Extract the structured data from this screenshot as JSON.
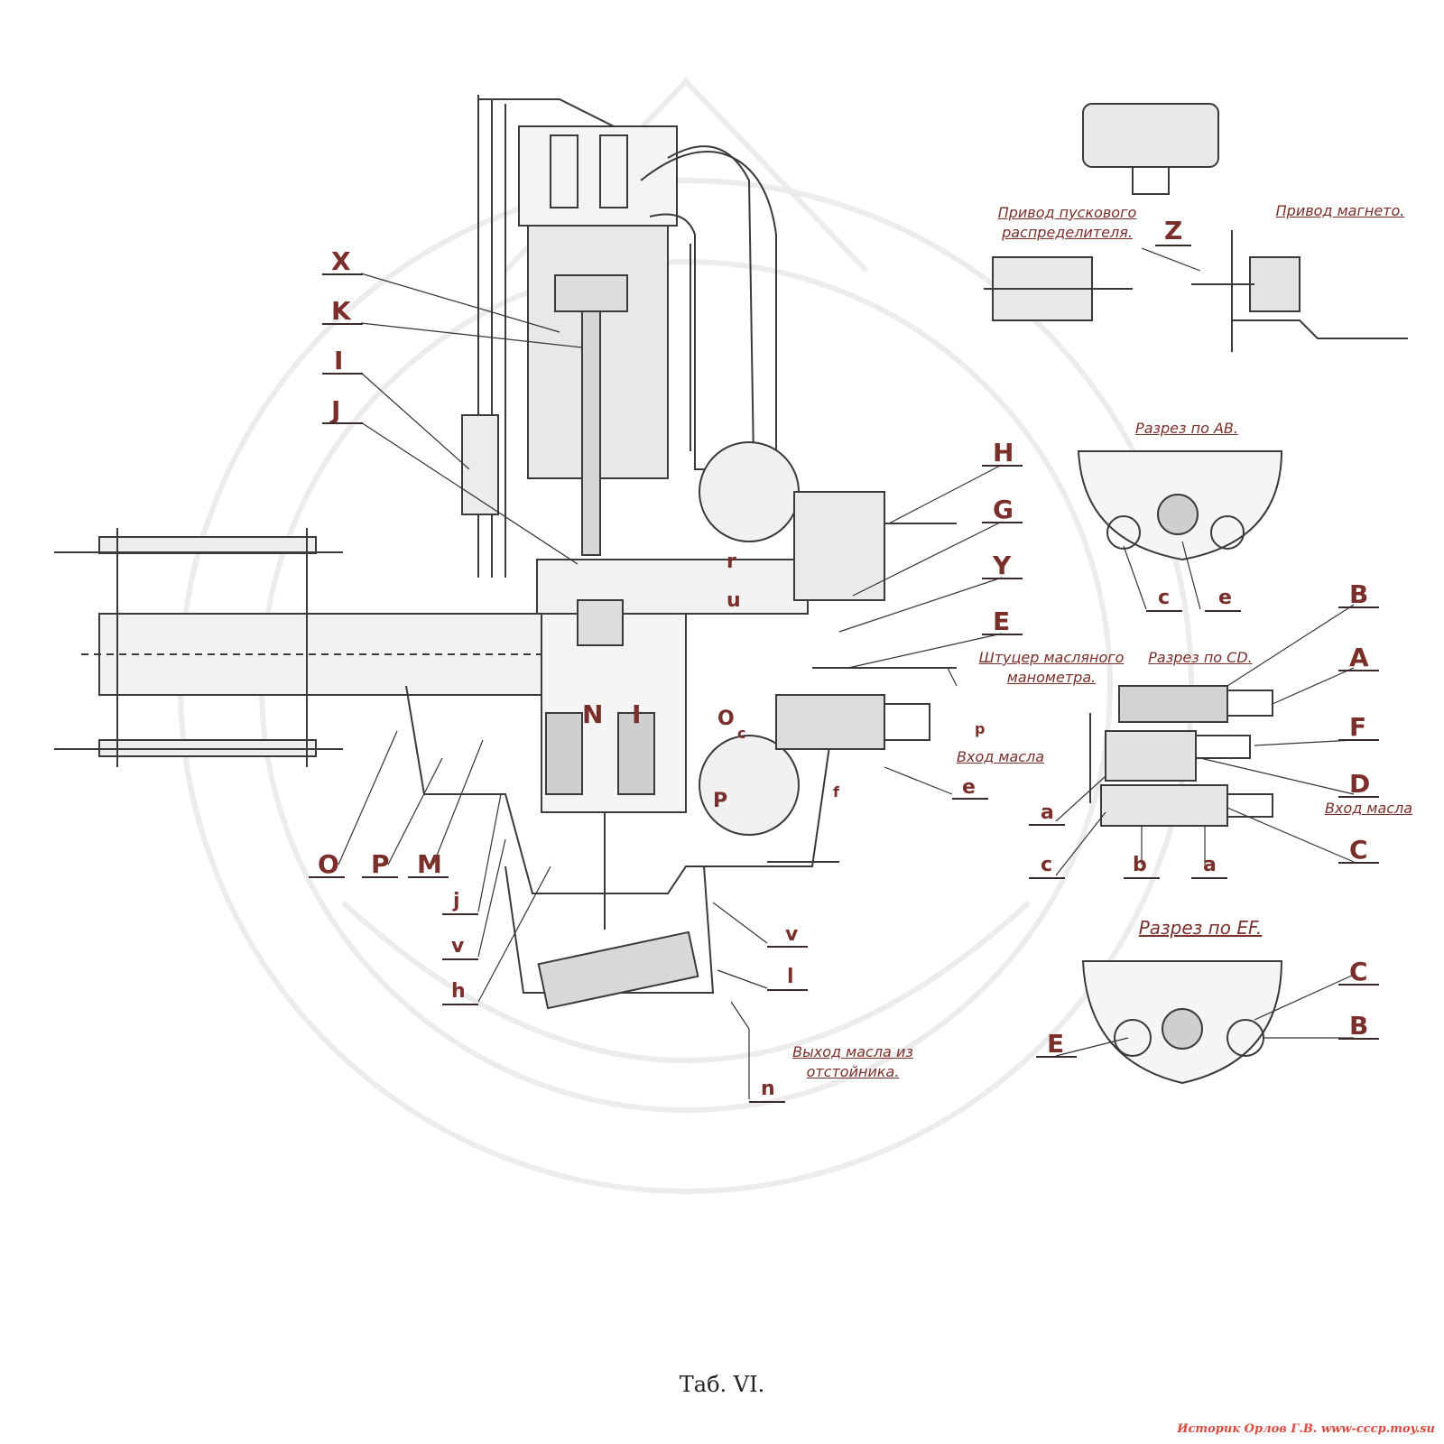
{
  "captions": {
    "starter_drive": "Привод пускового распределителя.",
    "magneto_drive": "Привод магнето.",
    "section_ab": "Разрез по AB.",
    "section_cd": "Разрез по CD.",
    "section_ef": "Разрез по EF.",
    "gauge_fitting": "Штуцер масляного манометра.",
    "oil_inlet_1": "Вход масла",
    "oil_inlet_2": "Вход масла",
    "sump_outlet": "Выход масла из отстойника."
  },
  "labels": {
    "X": "X",
    "K": "K",
    "I_left": "I",
    "J": "J",
    "H": "H",
    "G": "G",
    "Y": "Y",
    "E_main": "E",
    "N": "N",
    "I_center": "I",
    "O_center": "O",
    "c_center": "c",
    "p_small": "p",
    "r": "r",
    "u": "u",
    "f_small": "f",
    "P_center": "P",
    "O_bottom": "O",
    "P_bottom": "P",
    "M": "M",
    "j": "j",
    "v_left": "v",
    "h": "h",
    "v_right": "v",
    "l": "l",
    "n": "n",
    "e_main": "e",
    "Z": "Z",
    "c_ab": "c",
    "e_ab": "e",
    "B_cd": "B",
    "A_cd": "A",
    "F_cd": "F",
    "D_cd": "D",
    "C_cd": "C",
    "a_cd_left": "a",
    "c_cd": "c",
    "b_cd": "b",
    "a_cd_right": "a",
    "C_ef": "C",
    "B_ef": "B",
    "E_ef": "E"
  },
  "title": "Таб. VI.",
  "credit": "Историк Орлов Г.В. www-сссp.moy.su",
  "colors": {
    "label": "#7a2f2a",
    "ink": "#3a3a3a",
    "credit": "#d94a3f"
  }
}
